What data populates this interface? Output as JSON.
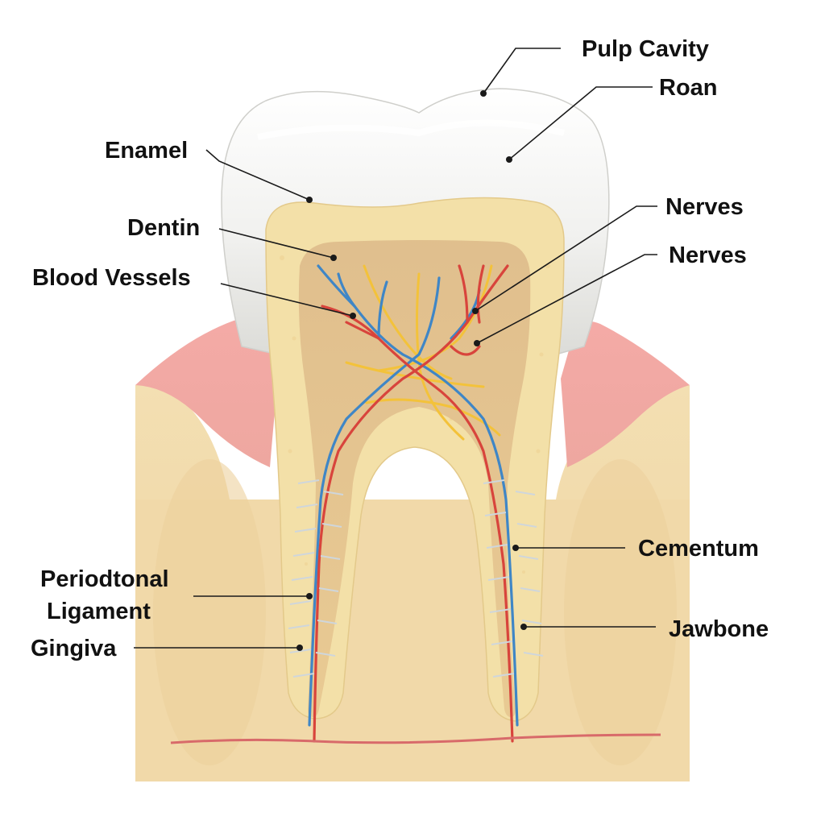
{
  "diagram": {
    "labels": {
      "pulp_cavity": "Pulp Cavity",
      "roan": "Roan",
      "enamel": "Enamel",
      "nerves_1": "Nerves",
      "dentin": "Dentin",
      "nerves_2": "Nerves",
      "blood_vessels": "Blood Vessels",
      "cementum": "Cementum",
      "periodontal_line1": "Periodtonal",
      "periodontal_line2": "Ligament",
      "jawbone": "Jawbone",
      "gingiva": "Gingiva"
    },
    "colors": {
      "enamel": "#f4f4f2",
      "dentin": "#f2dfa6",
      "pulp": "#e2c08f",
      "gum": "#ef9c9a",
      "bone": "#f2dcae",
      "artery": "#d8443c",
      "vein": "#3f86c6",
      "nerve": "#f3c23a"
    }
  }
}
